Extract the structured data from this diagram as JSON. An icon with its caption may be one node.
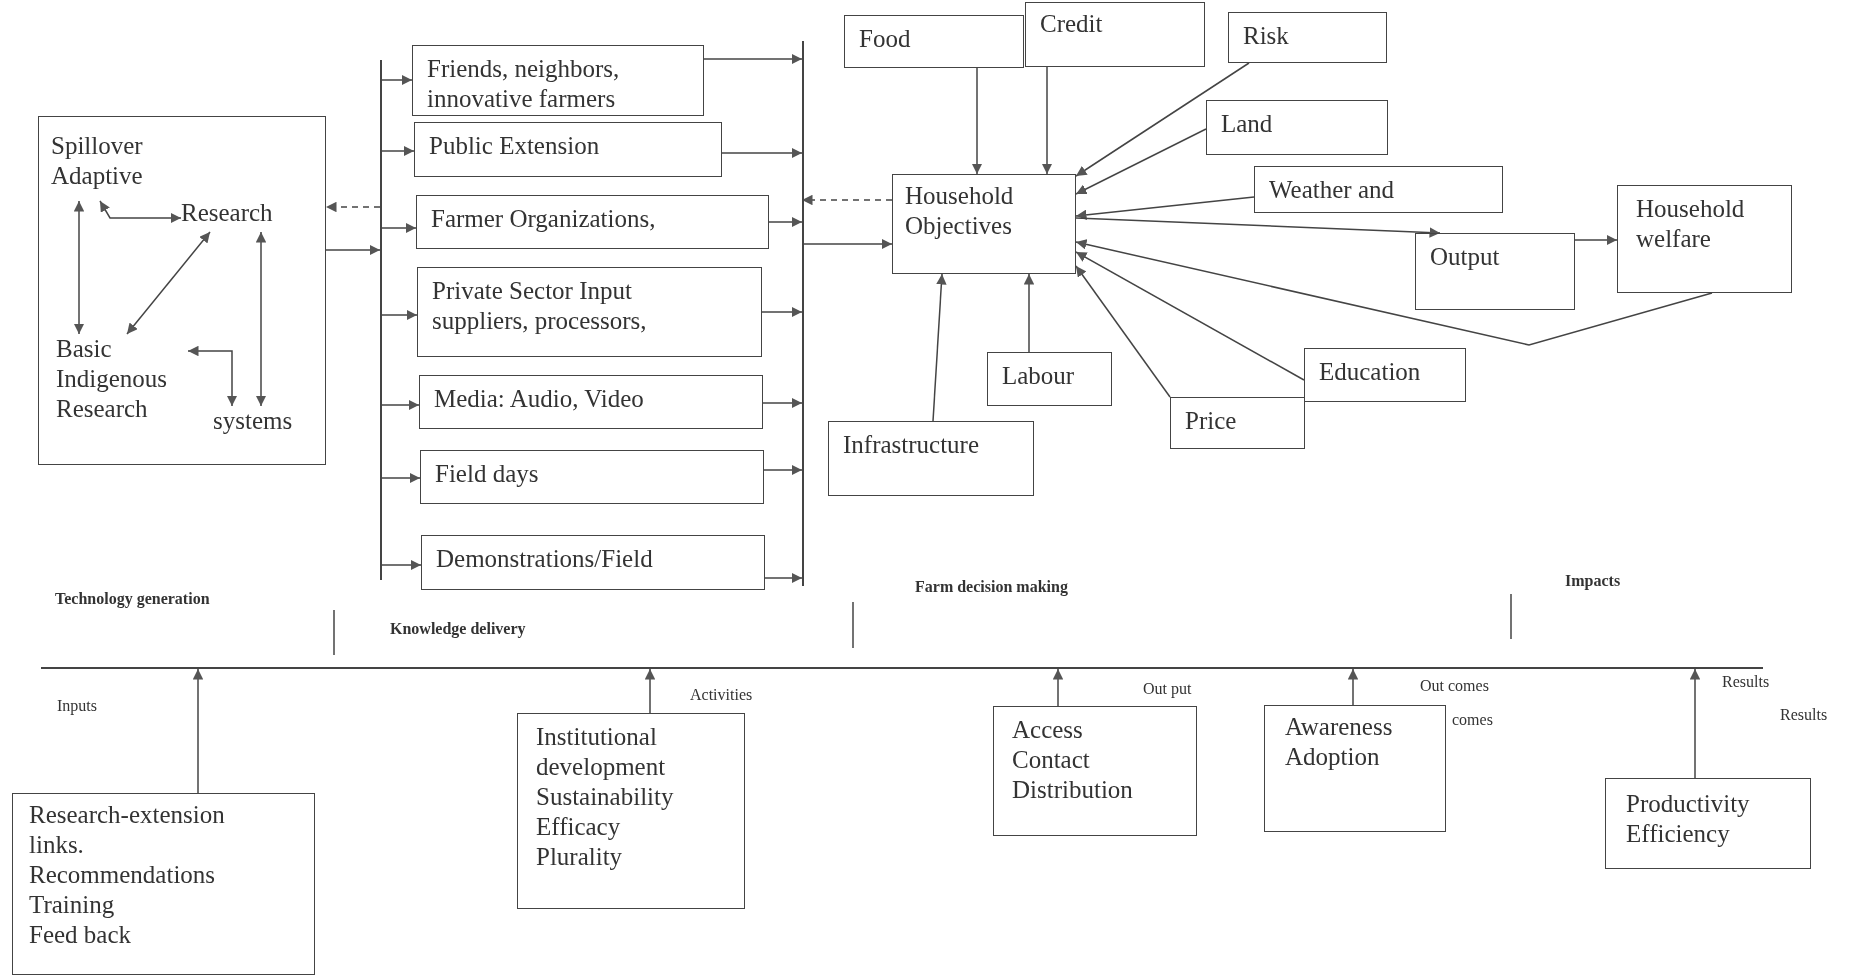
{
  "diagram": {
    "nodes": [
      {
        "text": [],
        "shape": "box"
      },
      {
        "text": [
          "Spillover",
          "Adaptive"
        ],
        "in": 0
      },
      {
        "text": [
          "Research"
        ],
        "in": 0
      },
      {
        "text": [
          "Basic",
          "Indigenous",
          "Research"
        ],
        "in": 0
      },
      {
        "text": [
          "systems"
        ],
        "in": 0
      },
      {
        "text": [],
        "shape": "bar"
      },
      {
        "text": [
          "Friends, neighbors, innovative farmers"
        ]
      },
      {
        "text": [
          "Public Extension"
        ]
      },
      {
        "text": [
          "Farmer Organizations,"
        ]
      },
      {
        "text": [
          "Private Sector Input suppliers, processors,"
        ]
      },
      {
        "text": [
          "Media: Audio, Video"
        ]
      },
      {
        "text": [
          "Field days"
        ]
      },
      {
        "text": [
          "Demonstrations/Field"
        ]
      },
      {
        "text": [],
        "shape": "bar"
      },
      {
        "text": [
          "Food"
        ]
      },
      {
        "text": [
          "Credit"
        ]
      },
      {
        "text": [
          "Risk"
        ]
      },
      {
        "text": [
          "Land"
        ]
      },
      {
        "text": [
          "Weather and"
        ]
      },
      {
        "text": [
          "Household Objectives"
        ]
      },
      {
        "text": [
          "Output"
        ]
      },
      {
        "text": [
          "Household welfare"
        ]
      },
      {
        "text": [
          "Labour"
        ]
      },
      {
        "text": [
          "Education"
        ]
      },
      {
        "text": [
          "Price"
        ]
      },
      {
        "text": [
          "Infrastructure"
        ]
      },
      {
        "text": [],
        "shape": "bar"
      },
      {
        "text": [
          "Research-extension links.",
          "Recommendations",
          "Training",
          "Feed back"
        ]
      },
      {
        "text": [
          "Institutional development",
          "Sustainability",
          "Efficacy",
          "Plurality"
        ]
      },
      {
        "text": [
          "Access",
          "Contact",
          "Distribution"
        ]
      },
      {
        "text": [
          "Awareness",
          "Adoption"
        ]
      },
      {
        "text": [
          "Productivity",
          "Efficiency"
        ]
      }
    ],
    "edges": [
      {
        "from": 1,
        "to": 3,
        "arrow": "both"
      },
      {
        "from": 1,
        "to": 2,
        "arrow": "both"
      },
      {
        "from": 2,
        "to": 3,
        "arrow": "both"
      },
      {
        "from": 3,
        "to": 4,
        "arrow": "both"
      },
      {
        "from": 2,
        "to": 4,
        "arrow": "both"
      },
      {
        "from": 0,
        "to": 5,
        "arrow": "to"
      },
      {
        "from": 5,
        "to": 0,
        "arrow": "to",
        "style": "dashed"
      },
      {
        "from": 5,
        "to": 6,
        "arrow": "to"
      },
      {
        "from": 5,
        "to": 7,
        "arrow": "to"
      },
      {
        "from": 5,
        "to": 8,
        "arrow": "to"
      },
      {
        "from": 5,
        "to": 9,
        "arrow": "to"
      },
      {
        "from": 5,
        "to": 10,
        "arrow": "to"
      },
      {
        "from": 5,
        "to": 11,
        "arrow": "to"
      },
      {
        "from": 5,
        "to": 12,
        "arrow": "to"
      },
      {
        "from": 6,
        "to": 13,
        "arrow": "to"
      },
      {
        "from": 7,
        "to": 13,
        "arrow": "to"
      },
      {
        "from": 8,
        "to": 13,
        "arrow": "to"
      },
      {
        "from": 9,
        "to": 13,
        "arrow": "to"
      },
      {
        "from": 10,
        "to": 13,
        "arrow": "to"
      },
      {
        "from": 11,
        "to": 13,
        "arrow": "to"
      },
      {
        "from": 12,
        "to": 13,
        "arrow": "to"
      },
      {
        "from": 13,
        "to": 19,
        "arrow": "to"
      },
      {
        "from": 19,
        "to": 13,
        "arrow": "to",
        "style": "dashed"
      },
      {
        "from": 14,
        "to": 19,
        "arrow": "to"
      },
      {
        "from": 15,
        "to": 19,
        "arrow": "to"
      },
      {
        "from": 16,
        "to": 19,
        "arrow": "to"
      },
      {
        "from": 17,
        "to": 19,
        "arrow": "to"
      },
      {
        "from": 18,
        "to": 19,
        "arrow": "to"
      },
      {
        "from": 19,
        "to": 20,
        "arrow": "to"
      },
      {
        "from": 20,
        "to": 21,
        "arrow": "to"
      },
      {
        "from": 21,
        "to": 19,
        "arrow": "to"
      },
      {
        "from": 22,
        "to": 19,
        "arrow": "to"
      },
      {
        "from": 25,
        "to": 19,
        "arrow": "to"
      },
      {
        "from": 24,
        "to": 19,
        "arrow": "to"
      },
      {
        "from": 23,
        "to": 19,
        "arrow": "to"
      },
      {
        "from": 27,
        "to": 26,
        "arrow": "to"
      },
      {
        "from": 28,
        "to": 26,
        "arrow": "to"
      },
      {
        "from": 29,
        "to": 26,
        "arrow": "to"
      },
      {
        "from": 30,
        "to": 26,
        "arrow": "to"
      },
      {
        "from": 31,
        "to": 26,
        "arrow": "to"
      }
    ],
    "labels": [
      "Technology generation",
      "Knowledge delivery",
      "Farm decision making",
      "Impacts",
      "Inputs",
      "Activities",
      "Out put",
      "Out comes",
      "comes",
      "Results",
      "Results"
    ]
  }
}
